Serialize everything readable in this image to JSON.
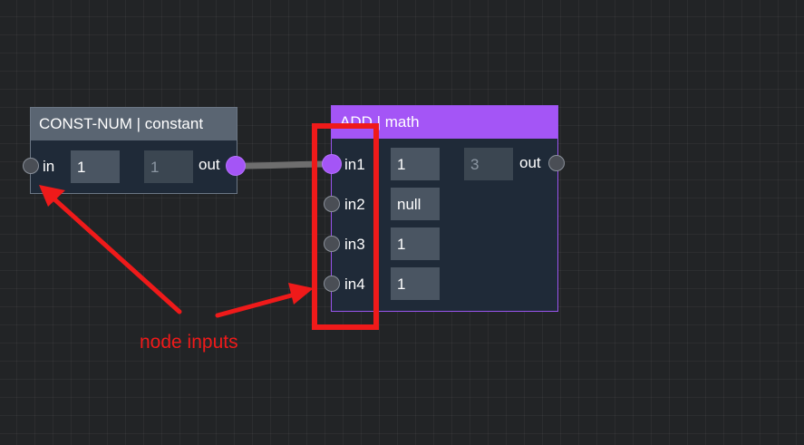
{
  "colors": {
    "canvas_bg": "#222426",
    "grid_line": "#2e3134",
    "const_header": "#5a6572",
    "math_header": "#a455f6",
    "node_body": "#1f2a38",
    "field_bg": "#4a5562",
    "connection": "#6e6e6e",
    "port_connected": "#a455f6",
    "annotation": "#ef1a1a"
  },
  "nodes": {
    "const_num": {
      "title": "CONST-NUM | constant",
      "input": {
        "label": "in",
        "value": "1"
      },
      "output": {
        "label": "out",
        "value": "1"
      }
    },
    "add": {
      "title": "ADD | math",
      "inputs": [
        {
          "label": "in1",
          "value": "1",
          "connected": true
        },
        {
          "label": "in2",
          "value": "null",
          "connected": false
        },
        {
          "label": "in3",
          "value": "1",
          "connected": false
        },
        {
          "label": "in4",
          "value": "1",
          "connected": false
        }
      ],
      "output": {
        "label": "out",
        "value": "3"
      }
    }
  },
  "annotation": {
    "text": "node inputs",
    "icons": [
      "arrow-icon",
      "arrow-icon",
      "highlight-box"
    ]
  }
}
